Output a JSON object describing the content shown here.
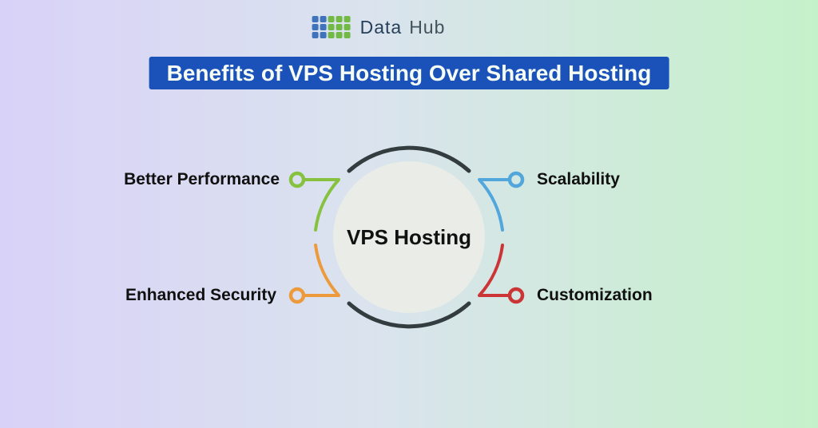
{
  "page": {
    "background_left": "#d9d2f8",
    "background_middle": "#dae3ee",
    "background_right": "#c5f1c9"
  },
  "logo": {
    "brand_primary": "Data",
    "brand_secondary": "Hub",
    "icon_name": "grid-logo-icon",
    "icon_blue": "#3f74bd",
    "icon_green": "#72ba45",
    "text_color_primary": "#27405a",
    "text_color_secondary": "#42525c"
  },
  "title": {
    "text": "Benefits of VPS Hosting Over Shared Hosting",
    "background": "#1a52b9",
    "color": "#f6fdf4"
  },
  "diagram": {
    "center_label": "VPS Hosting",
    "circle_fill": "#e9ece7",
    "arc_color": "#333c3e",
    "benefits": [
      {
        "label": "Better Performance",
        "color": "#86c240",
        "position": "top-left"
      },
      {
        "label": "Scalability",
        "color": "#51a7db",
        "position": "top-right"
      },
      {
        "label": "Enhanced Security",
        "color": "#ec9a3b",
        "position": "bottom-left"
      },
      {
        "label": "Customization",
        "color": "#cb3535",
        "position": "bottom-right"
      }
    ]
  }
}
